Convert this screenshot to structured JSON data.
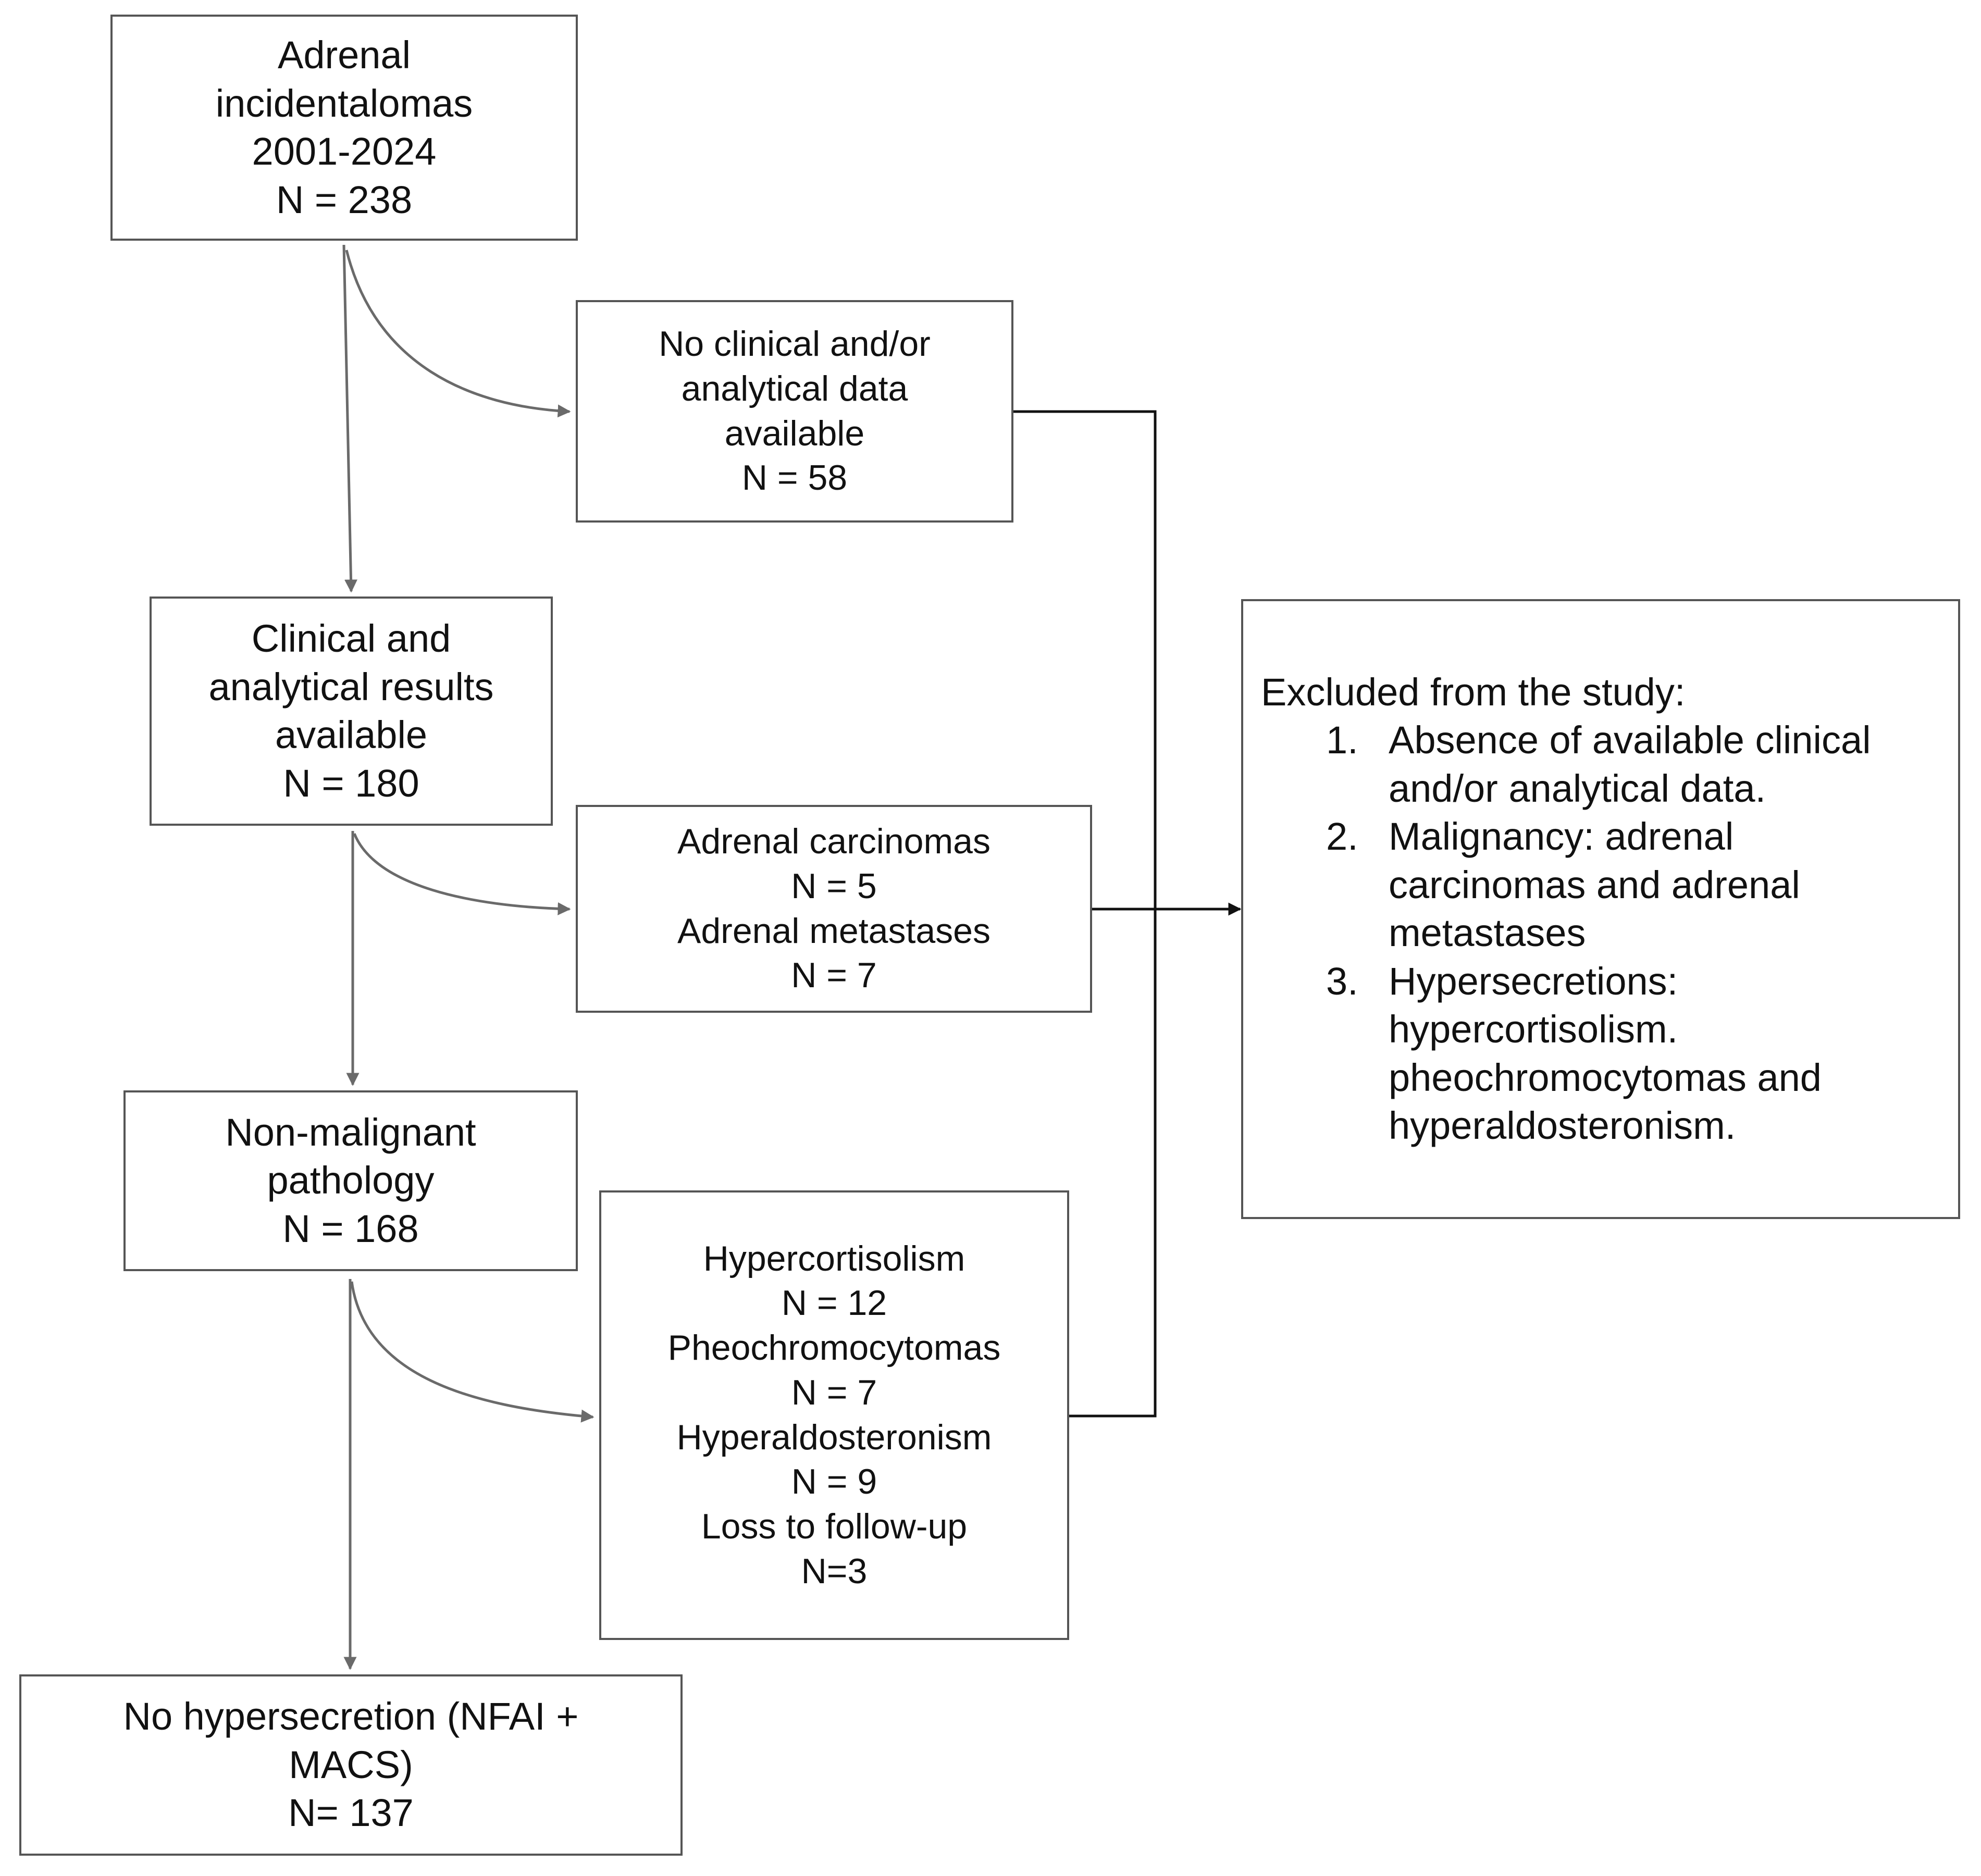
{
  "boxes": {
    "initial": [
      "Adrenal",
      "incidentalomas",
      "2001-2024",
      "N = 238"
    ],
    "no_data": [
      "No clinical and/or",
      "analytical data",
      "available",
      "N = 58"
    ],
    "clinical": [
      "Clinical and",
      "analytical results",
      "available",
      "N = 180"
    ],
    "malignant": [
      "Adrenal carcinomas",
      "N = 5",
      "Adrenal metastases",
      "N = 7"
    ],
    "non_malignant": [
      "Non-malignant",
      "pathology",
      "N = 168"
    ],
    "hypersecretion": [
      "Hypercortisolism",
      "N = 12",
      "Pheochromocytomas",
      "N = 7",
      "Hyperaldosteronism",
      "N = 9",
      "Loss to follow-up",
      "N=3"
    ],
    "final": [
      "No hypersecretion (NFAI +",
      "MACS)",
      "N= 137"
    ]
  },
  "excluded": {
    "title": "Excluded from the study:",
    "items": [
      {
        "num": "1.",
        "lines": [
          "Absence of available clinical",
          "and/or analytical data."
        ]
      },
      {
        "num": "2.",
        "lines": [
          "Malignancy: adrenal",
          "carcinomas and adrenal",
          "metastases"
        ]
      },
      {
        "num": "3.",
        "lines": [
          "Hypersecretions:",
          "hypercortisolism.",
          "pheochromocytomas and",
          "hyperaldosteronism."
        ]
      }
    ]
  },
  "colors": {
    "arrow": "#6a6a6a",
    "connector": "#111111",
    "border": "#555555"
  }
}
